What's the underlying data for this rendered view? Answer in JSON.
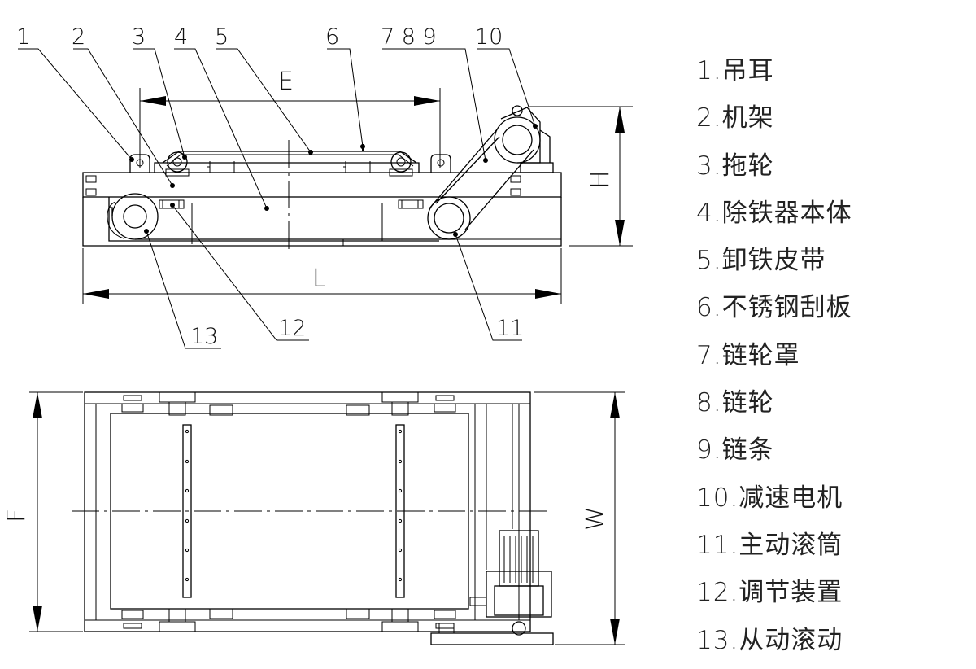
{
  "callouts_top": {
    "c1": "1",
    "c2": "2",
    "c3": "3",
    "c4": "4",
    "c5": "5",
    "c6": "6",
    "c789": "7 8 9",
    "c10": "10"
  },
  "callouts_bottom": {
    "c13": "13",
    "c12": "12",
    "c11": "11"
  },
  "dimensions": {
    "E": "E",
    "L": "L",
    "H": "H",
    "F": "F",
    "W": "W"
  },
  "legend": [
    "1.吊耳",
    "2.机架",
    "3.拖轮",
    "4.除铁器本体",
    "5.卸铁皮带",
    "6.不锈钢刮板",
    "7.链轮罩",
    "8.链轮",
    "9.链条",
    "10.减速电机",
    "11.主动滚筒",
    "12.调节装置",
    "13.从动滚动"
  ]
}
